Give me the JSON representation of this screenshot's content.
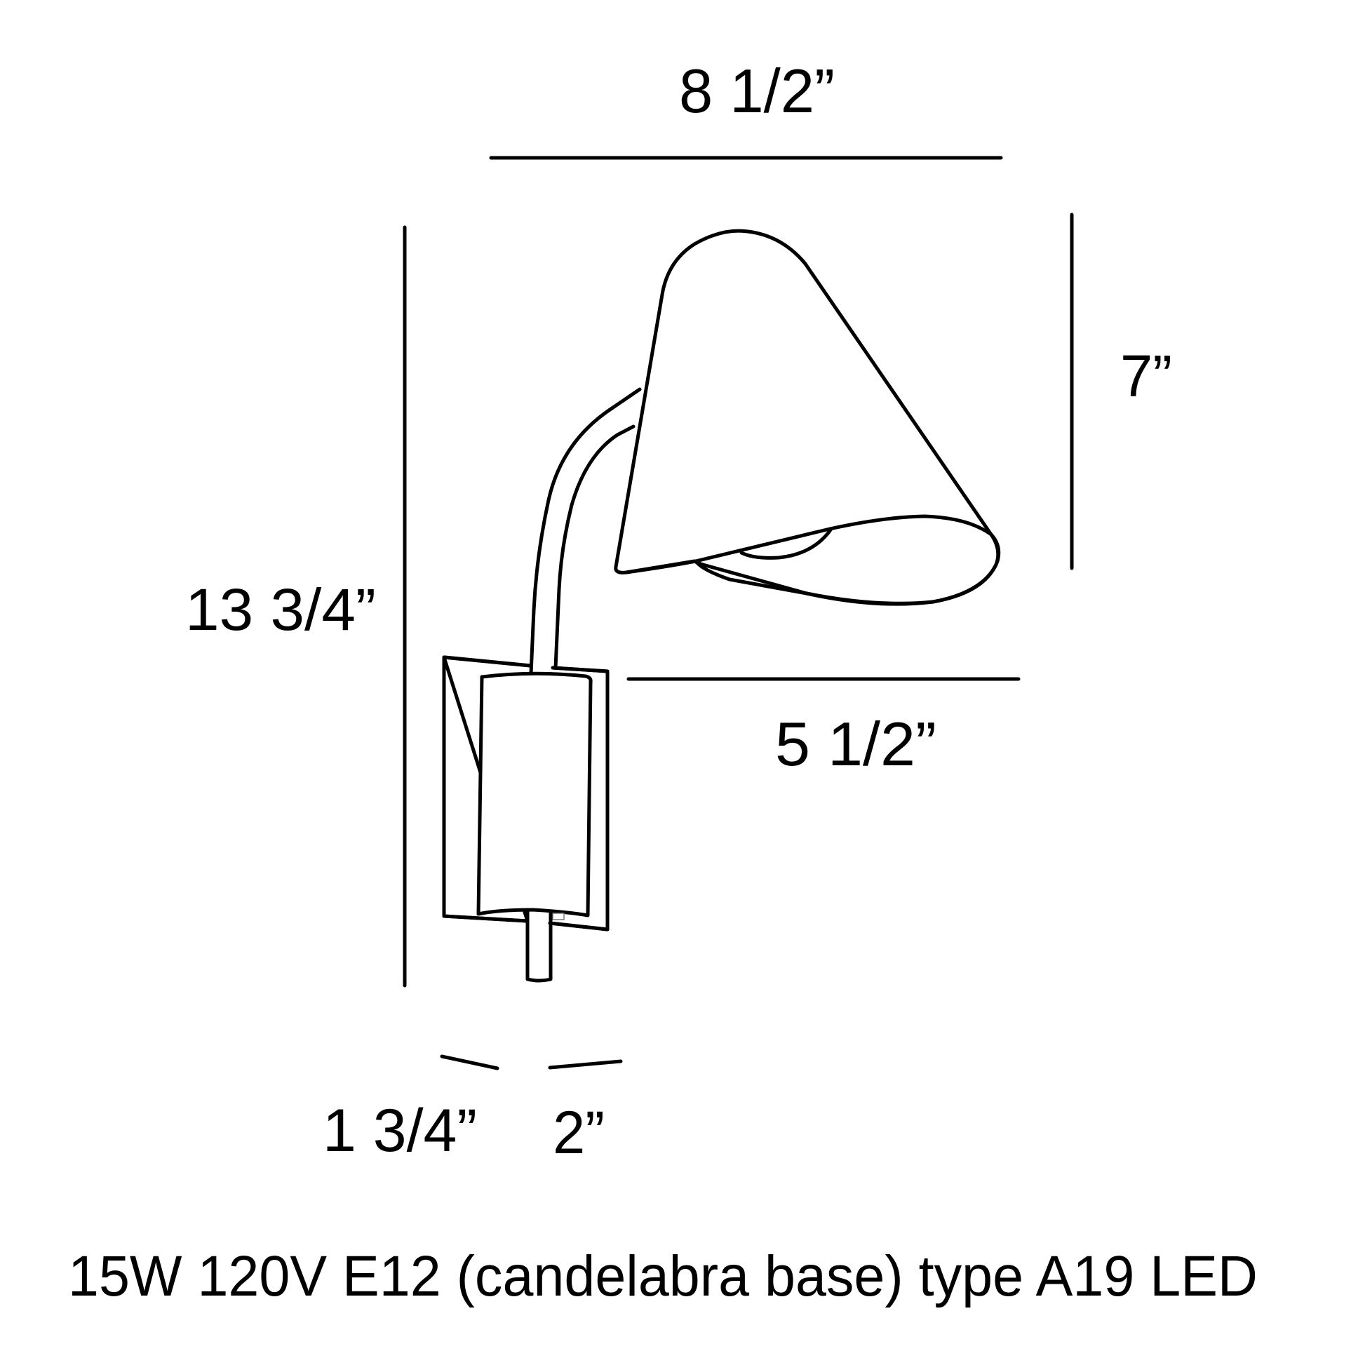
{
  "diagram": {
    "subject": "Wall sconce lamp dimension drawing",
    "dimensions": {
      "overall_width": "8 1/2”",
      "shade_height": "7”",
      "overall_height": "13 3/4”",
      "projection": "5 1/2”",
      "backplate_width": "1 3/4”",
      "backplate_depth": "2”"
    },
    "caption": "15W 120V E12 (candelabra base) type A19 LED",
    "colors": {
      "line": "#000000",
      "background": "#ffffff"
    }
  }
}
